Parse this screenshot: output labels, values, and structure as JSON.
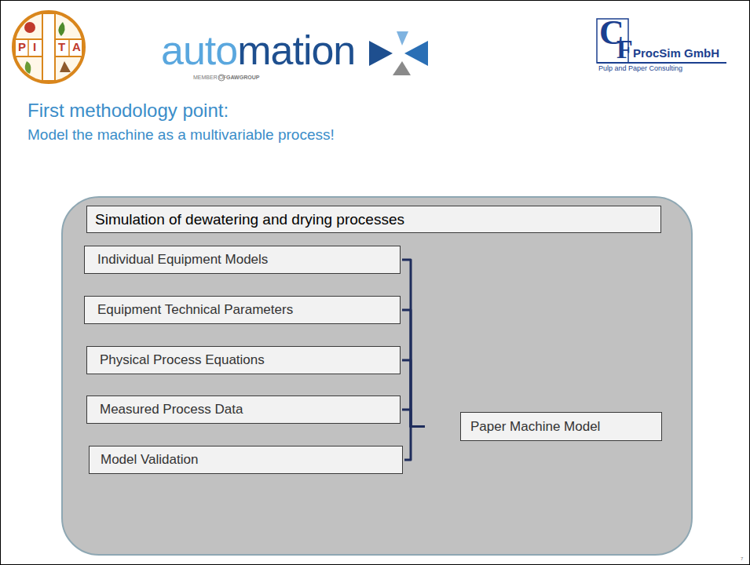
{
  "diagram": {
    "title": "First methodology point:",
    "nodes": [
      {
        "text": [
          "Simulation of dewatering and drying processes"
        ]
      },
      {
        "text": [
          "Individual Equipment Models"
        ]
      },
      {
        "text": [
          "Equipment Technical Parameters"
        ]
      },
      {
        "text": [
          "Physical Process Equations"
        ]
      },
      {
        "text": [
          "Measured Process Data"
        ]
      },
      {
        "text": [
          "Model Validation"
        ]
      },
      {
        "text": [
          "Paper Machine Model"
        ]
      }
    ],
    "edges": [
      {
        "from": 1,
        "to": 6,
        "arrow": "none"
      },
      {
        "from": 2,
        "to": 6,
        "arrow": "none"
      },
      {
        "from": 3,
        "to": 6,
        "arrow": "none"
      },
      {
        "from": 4,
        "to": 6,
        "arrow": "none"
      },
      {
        "from": 5,
        "to": 6,
        "arrow": "none"
      }
    ],
    "labels": [
      "P",
      "I",
      "T",
      "A",
      "automation",
      "MEMBER OF",
      "GAWGROUP",
      "C",
      "F",
      "ProcSim GmbH",
      "Pulp and Paper Consulting",
      "Model the machine as a multivariable process!",
      "7"
    ]
  }
}
